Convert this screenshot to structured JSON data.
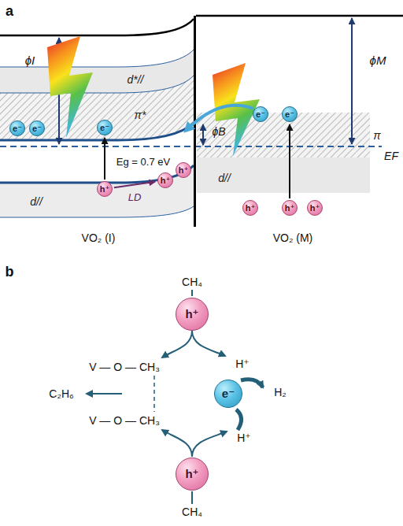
{
  "diagram": {
    "nodes": [
      {
        "text": [
          "d*//"
        ]
      },
      {
        "text": [
          "π*"
        ]
      },
      {
        "text": [
          "e⁻"
        ]
      },
      {
        "text": [
          "e⁻"
        ]
      },
      {
        "text": [
          "e⁻"
        ]
      },
      {
        "text": [
          "h⁺"
        ]
      },
      {
        "text": [
          "h⁺"
        ]
      },
      {
        "text": [
          "h⁺"
        ]
      },
      {
        "text": [
          "d//"
        ]
      },
      {
        "text": [
          "e⁻"
        ]
      },
      {
        "text": [
          "e⁻"
        ]
      },
      {
        "text": [
          "π"
        ]
      },
      {
        "text": [
          "d//"
        ]
      },
      {
        "text": [
          "h⁺"
        ]
      },
      {
        "text": [
          "h⁺"
        ]
      },
      {
        "text": [
          "h⁺"
        ]
      },
      {
        "text": [
          "h⁺"
        ]
      },
      {
        "text": [
          "e⁻"
        ]
      },
      {
        "text": [
          "h⁺"
        ]
      }
    ],
    "edges": [
      {
        "from": 5,
        "to": 4,
        "arrow": "to"
      },
      {
        "from": 5,
        "to": 6,
        "label": "LD",
        "arrow": "to"
      },
      {
        "from": 14,
        "to": 10,
        "arrow": "to"
      }
    ],
    "labels": [
      "a",
      "ϕI",
      "ϕM",
      "ϕB",
      "Eg = 0.7 eV",
      "EF",
      "VO₂ (I)",
      "VO₂ (M)",
      "b",
      "CH₄",
      "V — O — CH₃",
      "H⁺",
      "C₂H₆",
      "H₂",
      "V — O — CH₃",
      "H⁺",
      "CH₄"
    ]
  }
}
